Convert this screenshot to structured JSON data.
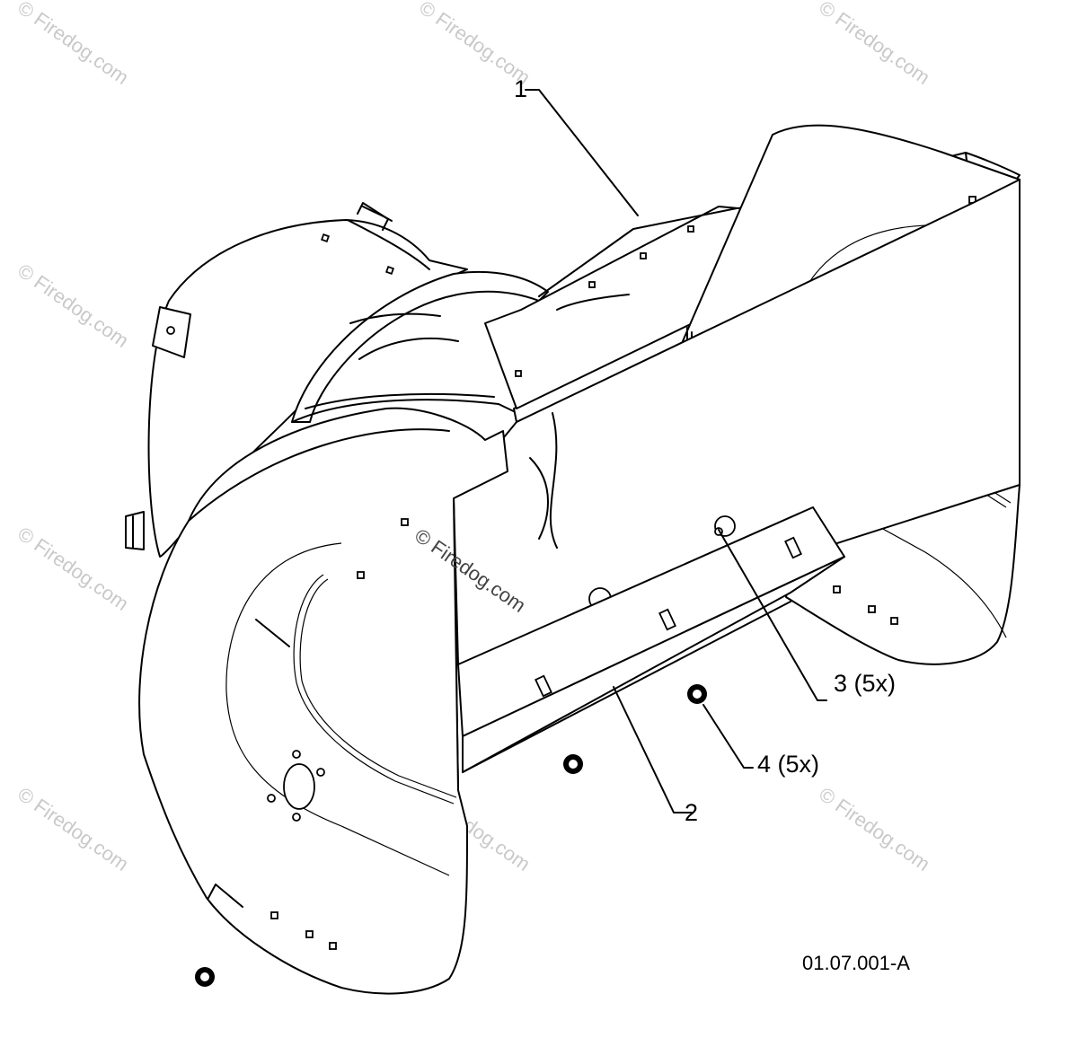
{
  "callouts": [
    {
      "id": "1",
      "label": "1"
    },
    {
      "id": "2",
      "label": "2"
    },
    {
      "id": "3",
      "label": "3 (5x)"
    },
    {
      "id": "4",
      "label": "4 (5x)"
    }
  ],
  "diagram_code": "01.07.001-A",
  "watermark": "© Firedog.com"
}
